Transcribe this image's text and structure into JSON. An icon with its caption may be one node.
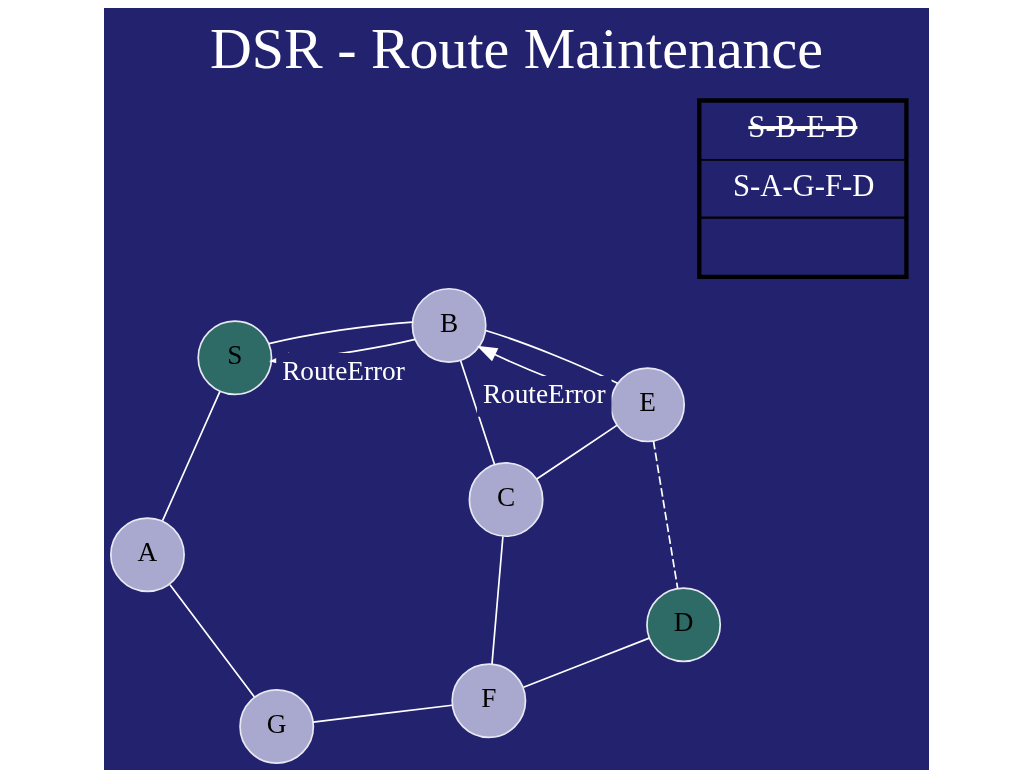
{
  "diagram": {
    "title": "DSR - Route Maintenance",
    "nodes": [
      {
        "text": [
          "B"
        ]
      },
      {
        "text": [
          "E"
        ]
      },
      {
        "text": [
          "D"
        ]
      },
      {
        "text": [
          "S"
        ]
      },
      {
        "text": [
          "C"
        ]
      },
      {
        "text": [
          "F"
        ]
      },
      {
        "text": [
          "A"
        ]
      },
      {
        "text": [
          "G"
        ]
      }
    ],
    "edges": [
      {
        "from": 1,
        "to": 0,
        "arrow": "to",
        "label": "RouteError"
      },
      {
        "from": 0,
        "to": 3,
        "arrow": "to",
        "label": "RouteError"
      },
      {
        "from": 0,
        "to": 1,
        "arrow": "none"
      },
      {
        "from": 1,
        "to": 2,
        "arrow": "none",
        "style": "dashed"
      },
      {
        "from": 0,
        "to": 3,
        "arrow": "none"
      },
      {
        "from": 0,
        "to": 4,
        "arrow": "none"
      },
      {
        "from": 1,
        "to": 4,
        "arrow": "none"
      },
      {
        "from": 2,
        "to": 5,
        "arrow": "none"
      },
      {
        "from": 4,
        "to": 5,
        "arrow": "none"
      },
      {
        "from": 3,
        "to": 6,
        "arrow": "none"
      },
      {
        "from": 6,
        "to": 7,
        "arrow": "none"
      },
      {
        "from": 7,
        "to": 5,
        "arrow": "none"
      }
    ],
    "labels": [
      "S-B-E-D",
      "S-A-G-F-D"
    ]
  }
}
